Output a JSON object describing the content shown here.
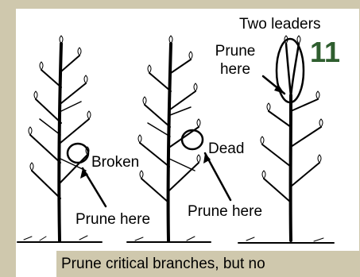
{
  "labels": {
    "two_leaders": "Two leaders",
    "prune_here_top": "Prune here",
    "broken": "Broken",
    "dead": "Dead",
    "prune_here_left": "Prune here",
    "prune_here_middle": "Prune here"
  },
  "slide_number": "11",
  "caption": "Prune critical branches, but no",
  "colors": {
    "background": "#cfc8ad",
    "slide_number": "#2f5e2f"
  }
}
